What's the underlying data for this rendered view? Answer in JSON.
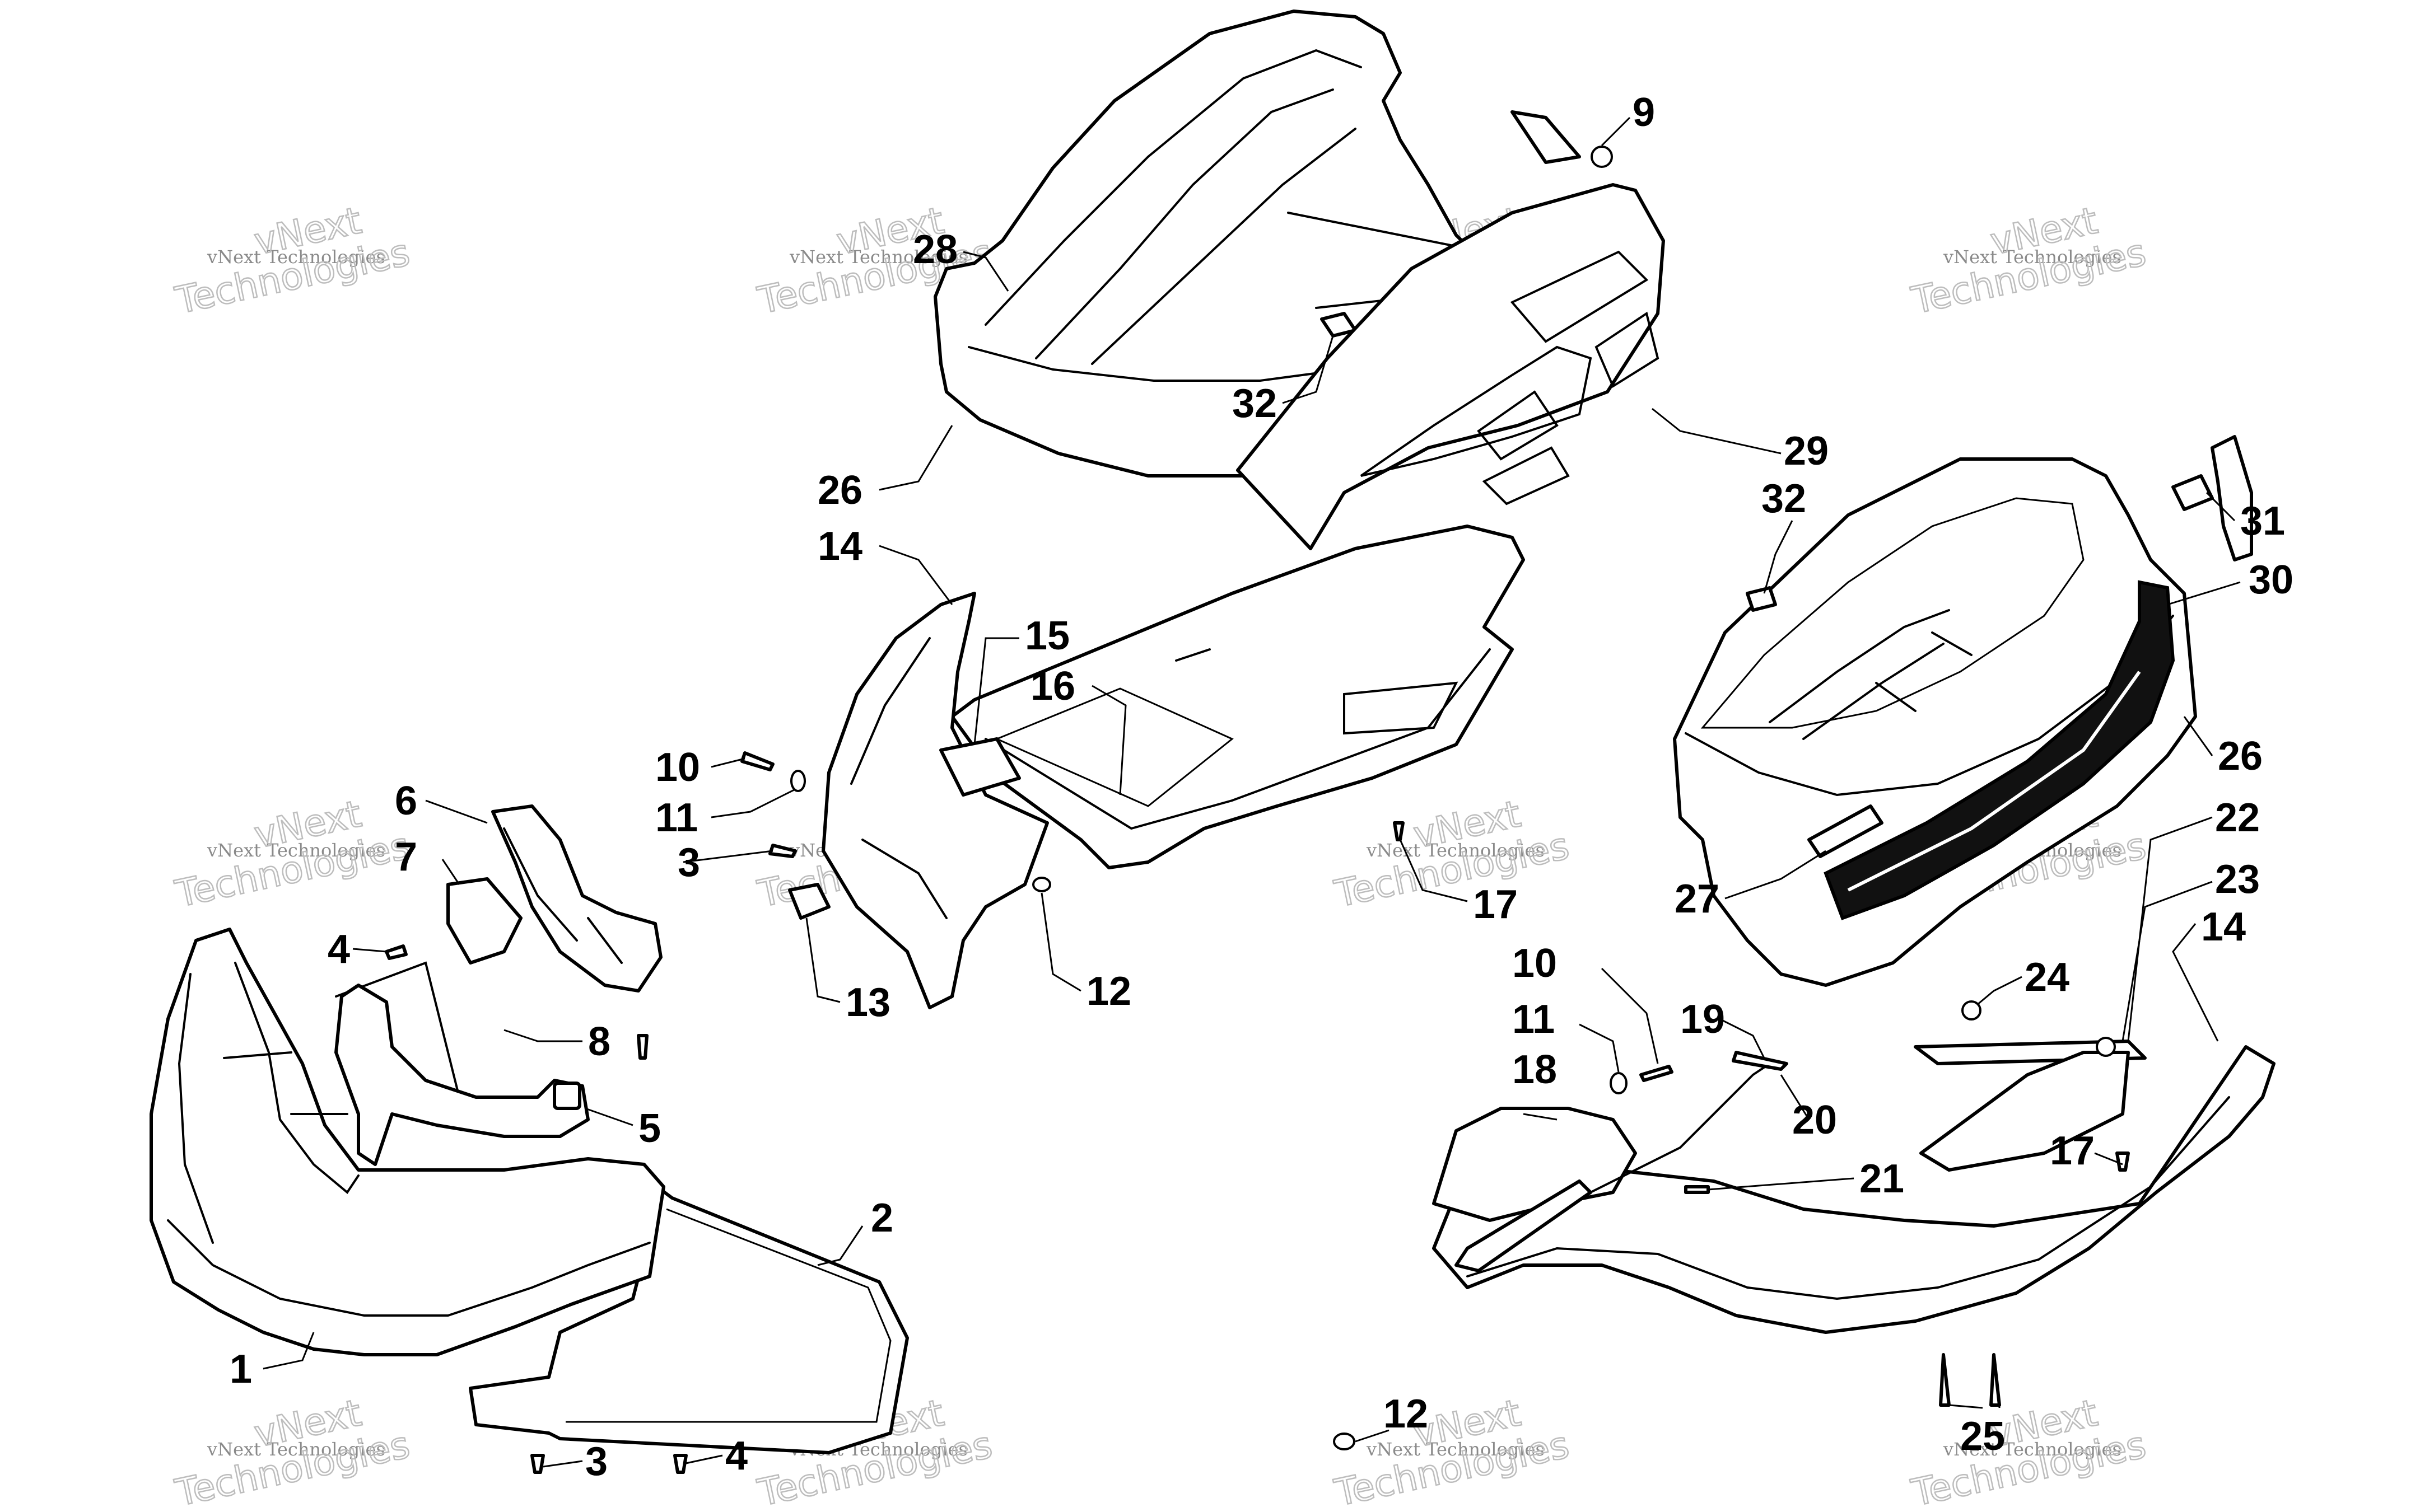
{
  "watermark": {
    "line1": "vNext Technologies",
    "line2": "vNext",
    "line3": "Technologies"
  },
  "callouts": [
    {
      "id": "c1",
      "text": "1"
    },
    {
      "id": "c2",
      "text": "2"
    },
    {
      "id": "c3a",
      "text": "3"
    },
    {
      "id": "c3b",
      "text": "3"
    },
    {
      "id": "c4a",
      "text": "4"
    },
    {
      "id": "c4b",
      "text": "4"
    },
    {
      "id": "c5",
      "text": "5"
    },
    {
      "id": "c6",
      "text": "6"
    },
    {
      "id": "c7",
      "text": "7"
    },
    {
      "id": "c8",
      "text": "8"
    },
    {
      "id": "c9",
      "text": "9"
    },
    {
      "id": "c10a",
      "text": "10"
    },
    {
      "id": "c10b",
      "text": "10"
    },
    {
      "id": "c11a",
      "text": "11"
    },
    {
      "id": "c11b",
      "text": "11"
    },
    {
      "id": "c12a",
      "text": "12"
    },
    {
      "id": "c12b",
      "text": "12"
    },
    {
      "id": "c13",
      "text": "13"
    },
    {
      "id": "c14a",
      "text": "14"
    },
    {
      "id": "c14b",
      "text": "14"
    },
    {
      "id": "c15",
      "text": "15"
    },
    {
      "id": "c16",
      "text": "16"
    },
    {
      "id": "c17a",
      "text": "17"
    },
    {
      "id": "c17b",
      "text": "17"
    },
    {
      "id": "c18",
      "text": "18"
    },
    {
      "id": "c19",
      "text": "19"
    },
    {
      "id": "c20",
      "text": "20"
    },
    {
      "id": "c21",
      "text": "21"
    },
    {
      "id": "c22",
      "text": "22"
    },
    {
      "id": "c23",
      "text": "23"
    },
    {
      "id": "c24",
      "text": "24"
    },
    {
      "id": "c25",
      "text": "25"
    },
    {
      "id": "c26a",
      "text": "26"
    },
    {
      "id": "c26b",
      "text": "26"
    },
    {
      "id": "c27",
      "text": "27"
    },
    {
      "id": "c28",
      "text": "28"
    },
    {
      "id": "c29",
      "text": "29"
    },
    {
      "id": "c30",
      "text": "30"
    },
    {
      "id": "c31",
      "text": "31"
    },
    {
      "id": "c32a",
      "text": "32"
    },
    {
      "id": "c32b",
      "text": "32"
    }
  ]
}
